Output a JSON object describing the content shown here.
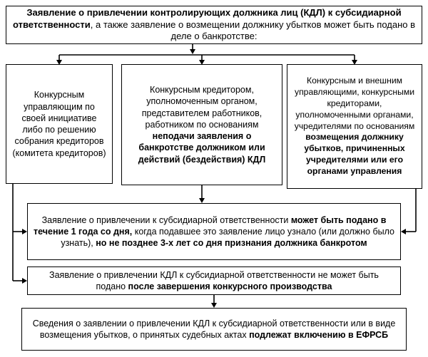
{
  "boxes": {
    "top": {
      "segments": [
        {
          "text": "Заявление о привлечении контролирующих должника лиц (КДЛ) к субсидиарной ответственности",
          "bold": true
        },
        {
          "text": ", а также заявление о возмещении должнику убытков может быть подано в деле о банкротстве:",
          "bold": false
        }
      ]
    },
    "left": {
      "segments": [
        {
          "text": "Конкурсным управляющим по своей инициативе либо по решению собрания кредиторов (комитета кредиторов)",
          "bold": false
        }
      ]
    },
    "middle": {
      "segments": [
        {
          "text": "Конкурсным кредитором, уполномоченным органом, представителем работников, работником по основаниям ",
          "bold": false
        },
        {
          "text": "неподачи заявления о банкротстве должником или действий (бездействия) КДЛ",
          "bold": true
        }
      ]
    },
    "right": {
      "segments": [
        {
          "text": "Конкурсным и внешним управляющими, конкурсными кредиторами, уполномоченными органами, учредителями по основаниям ",
          "bold": false
        },
        {
          "text": "возмещения должнику убытков, причиненных учредителями или его органами управления",
          "bold": true
        }
      ]
    },
    "deadline": {
      "segments": [
        {
          "text": "Заявление о привлечении к субсидиарной ответственности ",
          "bold": false
        },
        {
          "text": "может быть подано в течение 1 года со дня,",
          "bold": true
        },
        {
          "text": " когда подавшее это заявление лицо узнало (или должно было узнать), ",
          "bold": false
        },
        {
          "text": "но не позднее 3-х лет со дня признания должника банкротом",
          "bold": true
        }
      ]
    },
    "restriction": {
      "segments": [
        {
          "text": "Заявление о привлечении КДЛ к субсидиарной ответственности не может быть подано ",
          "bold": false
        },
        {
          "text": "после завершения конкурсного производства",
          "bold": true
        }
      ]
    },
    "efrsb": {
      "segments": [
        {
          "text": "Сведения о заявлении о привлечении КДЛ к субсидиарной ответственности или в виде возмещения убытков, о принятых судебных актах ",
          "bold": false
        },
        {
          "text": "подлежат включению в ЕФРСБ",
          "bold": true
        }
      ]
    }
  },
  "colors": {
    "line": "#000000",
    "background": "#ffffff",
    "text": "#000000"
  }
}
